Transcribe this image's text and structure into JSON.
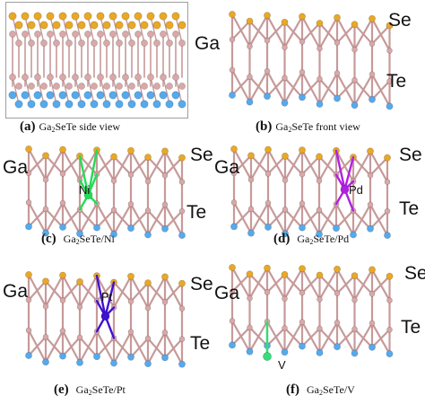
{
  "panels": {
    "a": {
      "letter": "(a",
      "formula": "Ga",
      "sub1": "2",
      "formula_rest": "SeTe",
      "suffix": " side view"
    },
    "b": {
      "letter": "(b",
      "formula": "Ga",
      "sub1": "2",
      "formula_rest": "SeTe",
      "suffix": " front view",
      "labels": {
        "ga": "Ga",
        "se": "Se",
        "te": "Te"
      }
    },
    "c": {
      "letter": "(c)",
      "formula": "Ga",
      "sub1": "2",
      "formula_rest": "SeTe",
      "suffix": "/Ni",
      "labels": {
        "ga": "Ga",
        "se": "Se",
        "te": "Te",
        "dopant": "Ni"
      },
      "dopant_color": "#22dd55"
    },
    "d": {
      "letter": "(d)",
      "formula": "Ga",
      "sub1": "2",
      "formula_rest": "SeTe",
      "suffix": "/Pd",
      "labels": {
        "ga": "Ga",
        "se": "Se",
        "te": "Te",
        "dopant": "Pd"
      },
      "dopant_color": "#b020e0"
    },
    "e": {
      "letter": "(e)",
      "formula": "Ga",
      "sub1": "2",
      "formula_rest": "SeTe",
      "suffix": "/Pt",
      "labels": {
        "ga": "Ga",
        "se": "Se",
        "te": "Te",
        "dopant": "Pt"
      },
      "dopant_color": "#4010d0"
    },
    "f": {
      "letter": "(f)",
      "formula": "Ga",
      "sub1": "2",
      "formula_rest": "SeTe",
      "suffix": "/V",
      "labels": {
        "ga": "Ga",
        "se": "Se",
        "te": "Te",
        "dopant": "V"
      },
      "dopant_color": "#33dd77"
    }
  },
  "colors": {
    "se": "#e9a825",
    "ga": "#d9a8a8",
    "te": "#55aaee",
    "bond": "#c79a9a"
  }
}
